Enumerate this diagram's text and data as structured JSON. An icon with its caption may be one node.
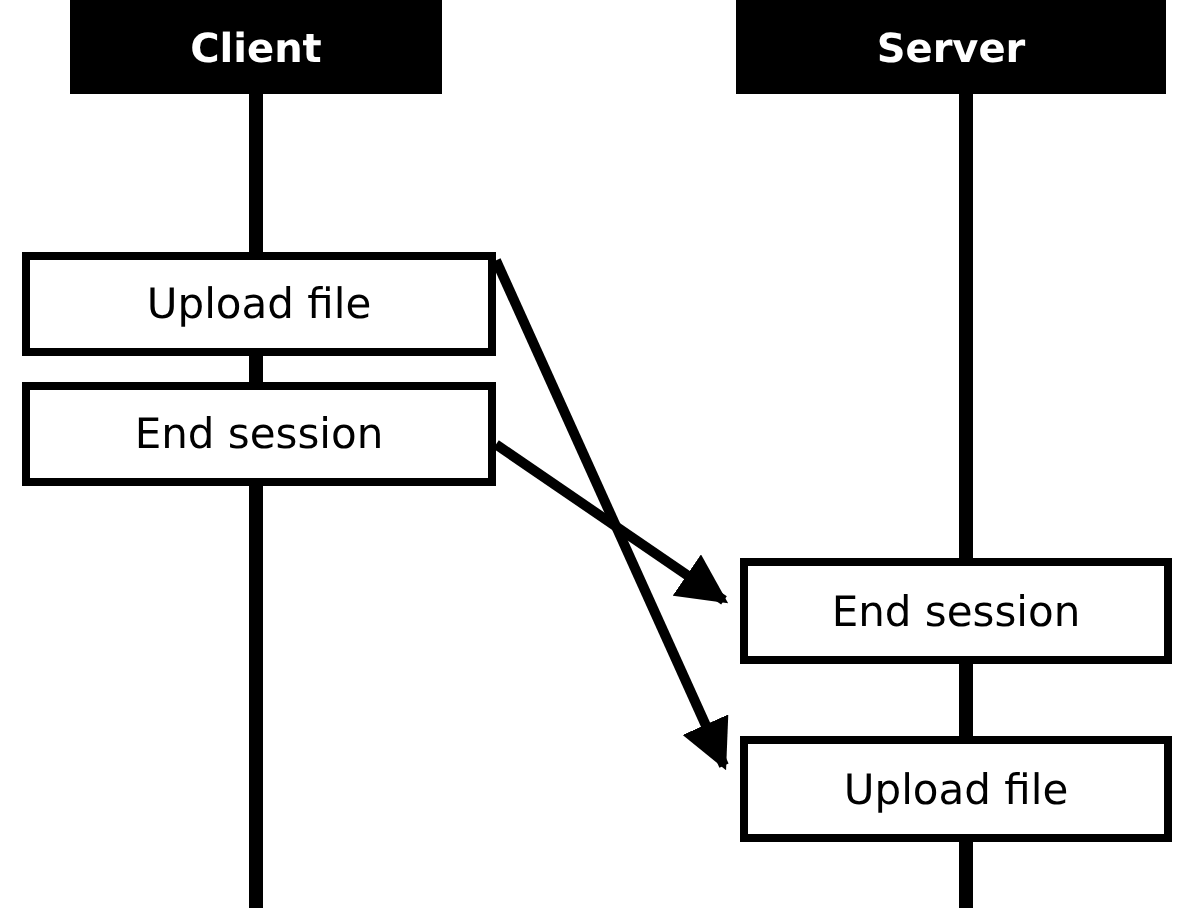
{
  "diagram": {
    "nodes": [
      {
        "text": [
          "Client"
        ]
      },
      {
        "text": [
          "Server"
        ]
      },
      {
        "text": [
          "Upload file"
        ]
      },
      {
        "text": [
          "End session"
        ]
      },
      {
        "text": [
          "End session"
        ]
      },
      {
        "text": [
          "Upload file"
        ]
      }
    ],
    "edges": [
      {
        "from": 2,
        "to": 5,
        "arrow": "to"
      },
      {
        "from": 3,
        "to": 4,
        "arrow": "to"
      }
    ]
  }
}
